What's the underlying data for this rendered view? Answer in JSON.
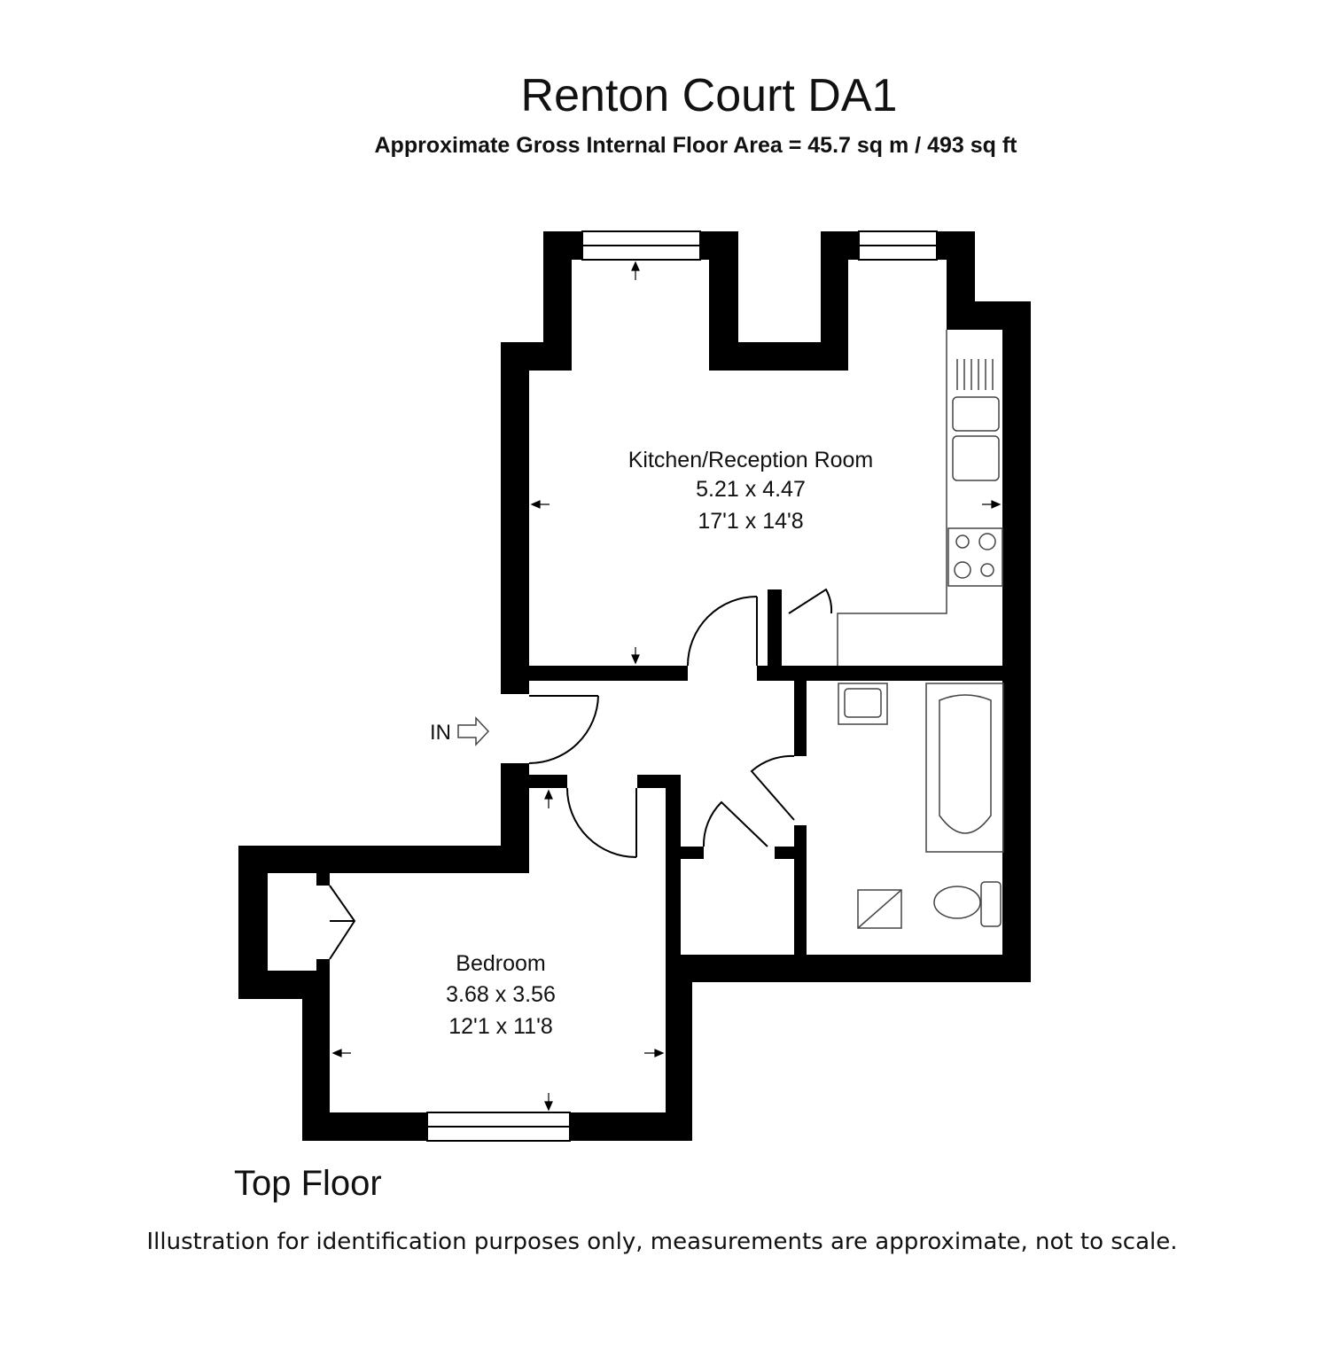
{
  "title": "Renton Court DA1",
  "subtitle": "Approximate Gross Internal Floor Area  = 45.7 sq m  / 493 sq ft",
  "floor_label": "Top Floor",
  "disclaimer": "Illustration for identification purposes only, measurements are approximate, not to scale.",
  "entrance_label": "IN",
  "rooms": [
    {
      "name": "Kitchen/Reception Room",
      "metric": "5.21 x 4.47",
      "imperial": "17'1 x 14'8"
    },
    {
      "name": "Bedroom",
      "metric": "3.68 x 3.56",
      "imperial": "12'1 x 11'8"
    }
  ],
  "colors": {
    "wall": "#000000",
    "background": "#ffffff",
    "fixture": "#444444"
  }
}
